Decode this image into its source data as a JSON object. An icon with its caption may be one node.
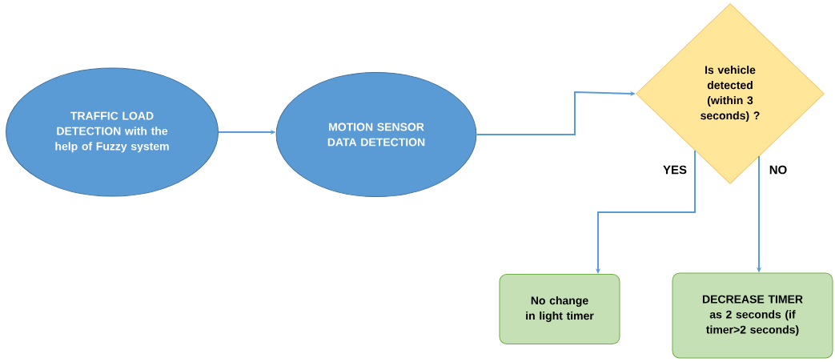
{
  "diagram": {
    "nodes": [
      {
        "text": [
          "TRAFFIC LOAD DETECTION with the help of Fuzzy system"
        ]
      },
      {
        "text": [
          "MOTION SENSOR DATA DETECTION"
        ]
      },
      {
        "text": [
          "Is vehicle detected (within 3 seconds) ?"
        ]
      },
      {
        "text": [
          "No change in light timer"
        ]
      },
      {
        "text": [
          "DECREASE TIMER as 2 seconds (if timer>2 seconds)"
        ]
      }
    ],
    "edges": [
      {
        "from": 0,
        "to": 1,
        "arrow": "to"
      },
      {
        "from": 1,
        "to": 2,
        "arrow": "to"
      },
      {
        "from": 2,
        "to": 3,
        "arrow": "to",
        "label": "YES"
      },
      {
        "from": 2,
        "to": 4,
        "arrow": "to",
        "label": "NO"
      }
    ]
  }
}
